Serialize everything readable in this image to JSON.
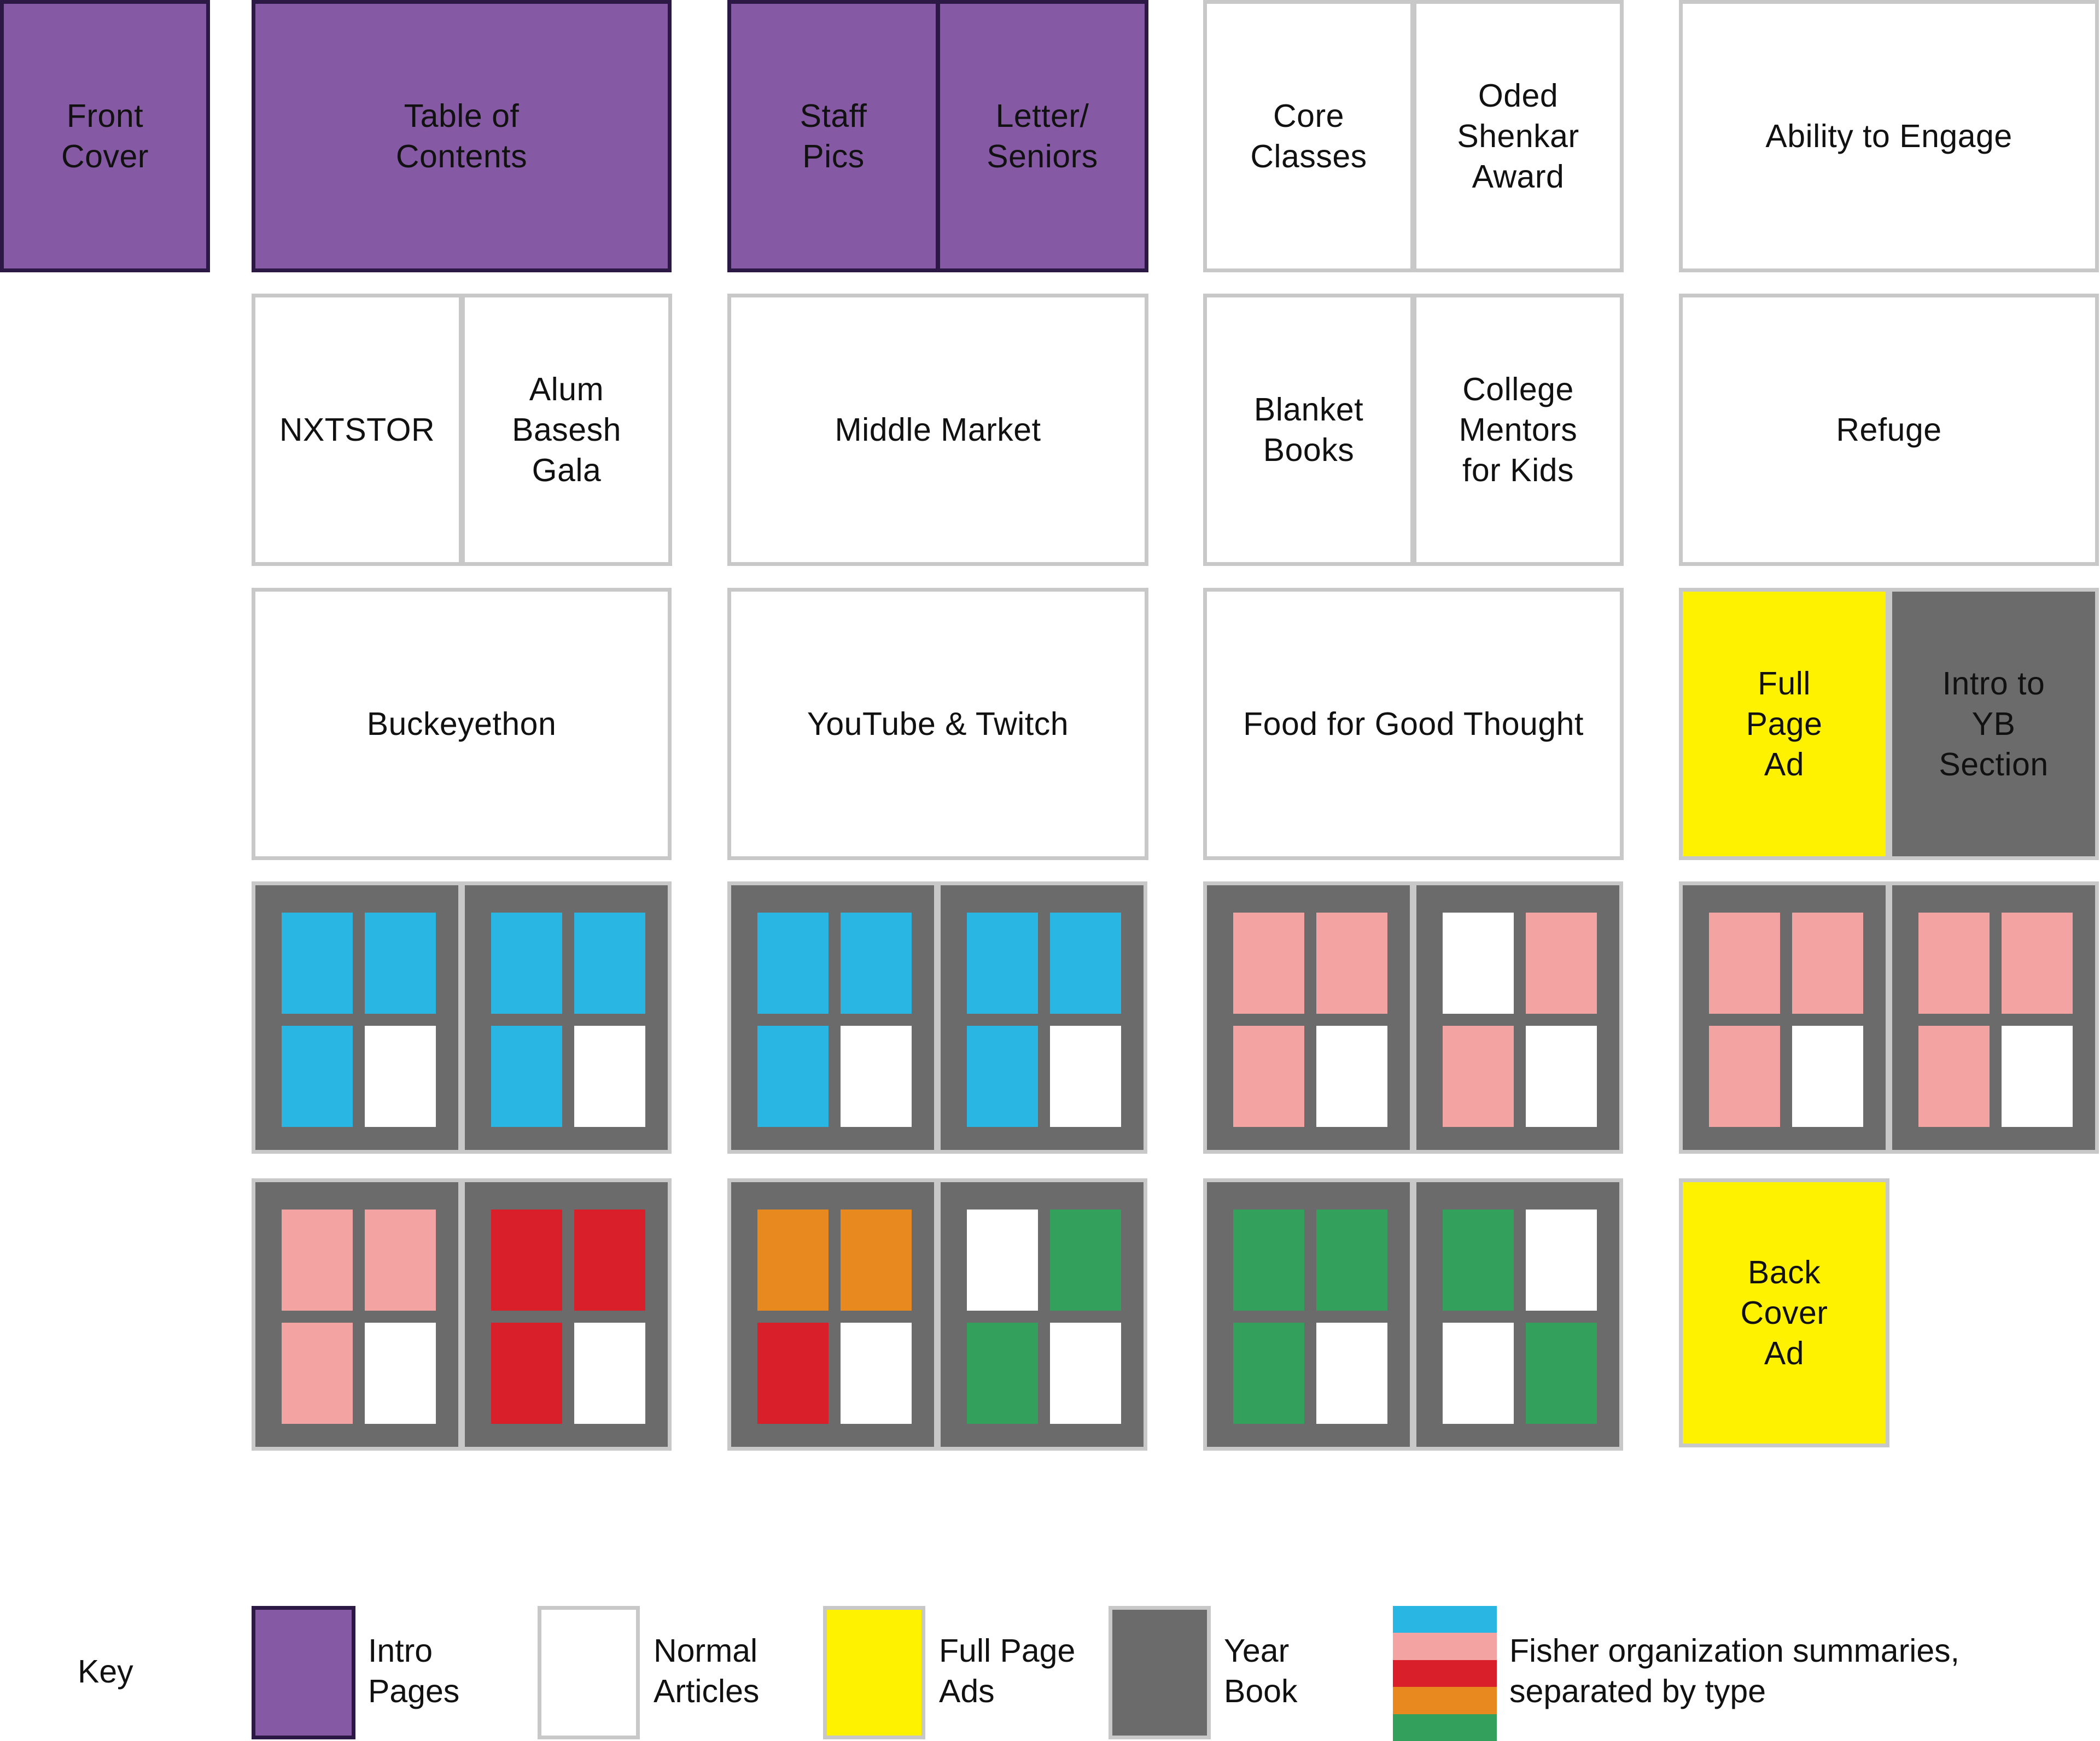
{
  "colors": {
    "intro": "#8659a4",
    "intro_border": "#2c1844",
    "normal": "#ffffff",
    "border_gray": "#c8c8c8",
    "ad": "#fff200",
    "yearbook": "#6b6b6b",
    "blue": "#29b6e3",
    "pink": "#f4a3a3",
    "red": "#d81f2a",
    "orange": "#e7891f",
    "green": "#33a05b",
    "white": "#ffffff"
  },
  "pages": {
    "front_cover": "Front\nCover",
    "table_of_contents": "Table of\nContents",
    "staff_pics": "Staff\nPics",
    "letter_seniors": "Letter/\nSeniors",
    "core_classes": "Core\nClasses",
    "oded_shenkar_award": "Oded\nShenkar\nAward",
    "ability_to_engage": "Ability to Engage",
    "nxtstor": "NXTSTOR",
    "alum_basesh_gala": "Alum\nBasesh\nGala",
    "middle_market": "Middle Market",
    "blanket_books": "Blanket\nBooks",
    "college_mentors": "College\nMentors\nfor Kids",
    "refuge": "Refuge",
    "buckeyethon": "Buckeyethon",
    "youtube_twitch": "YouTube & Twitch",
    "food_for_good_thought": "Food for Good Thought",
    "full_page_ad": "Full\nPage\nAd",
    "intro_to_yb": "Intro to\nYB\nSection",
    "back_cover_ad": "Back\nCover\nAd"
  },
  "yearbook_grids": [
    [
      "blue",
      "blue",
      "blue",
      "white"
    ],
    [
      "blue",
      "blue",
      "blue",
      "white"
    ],
    [
      "blue",
      "blue",
      "blue",
      "white"
    ],
    [
      "blue",
      "blue",
      "blue",
      "white"
    ],
    [
      "pink",
      "pink",
      "pink",
      "white"
    ],
    [
      "white",
      "pink",
      "pink",
      "white"
    ],
    [
      "pink",
      "pink",
      "pink",
      "white"
    ],
    [
      "pink",
      "pink",
      "pink",
      "white"
    ],
    [
      "pink",
      "pink",
      "pink",
      "white"
    ],
    [
      "red",
      "red",
      "red",
      "white"
    ],
    [
      "orange",
      "orange",
      "red",
      "white"
    ],
    [
      "white",
      "green",
      "green",
      "white"
    ],
    [
      "green",
      "green",
      "green",
      "white"
    ],
    [
      "green",
      "white",
      "white",
      "green"
    ]
  ],
  "key": {
    "title": "Key",
    "intro": "Intro\nPages",
    "normal": "Normal\nArticles",
    "ads": "Full Page\nAds",
    "yearbook": "Year\nBook",
    "fisher": "Fisher organization summaries,\nseparated by type",
    "fisher_stripes": [
      "blue",
      "pink",
      "red",
      "orange",
      "green"
    ]
  }
}
